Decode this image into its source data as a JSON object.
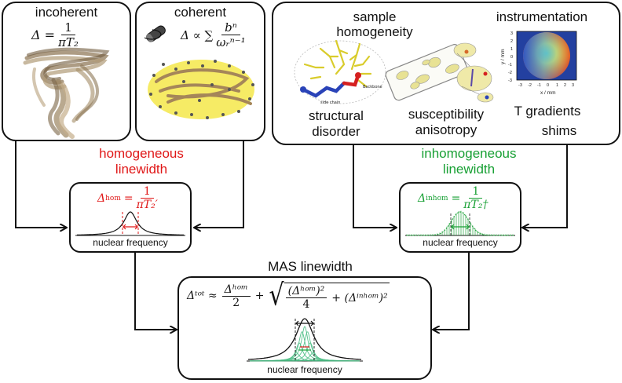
{
  "panels": {
    "incoherent": {
      "title": "incoherent",
      "formula_lhs": "Δ =",
      "formula_num": "1",
      "formula_den": "πT₂"
    },
    "coherent": {
      "title": "coherent",
      "formula_lhs": "Δ ∝ ∑",
      "formula_num": "bⁿ",
      "formula_den": "ωᵣⁿ⁻¹"
    },
    "sources": {
      "sample_title_1": "sample",
      "sample_title_2": "homogeneity",
      "instrumentation_title": "instrumentation",
      "structural_1": "structural",
      "structural_2": "disorder",
      "susceptibility_1": "susceptibility",
      "susceptibility_2": "anisotropy",
      "t_gradients": "T gradients",
      "shims": "shims",
      "map_ylabel": "y / mm",
      "map_xlabel": "x / mm",
      "map_ticks": [
        "-3",
        "-2",
        "-1",
        "0",
        "1",
        "2",
        "3"
      ],
      "side_chain": "side chain",
      "backbone": "Backbone"
    }
  },
  "homogeneous": {
    "label_1": "homogeneous",
    "label_2": "linewidth",
    "formula_lhs": "Δ",
    "formula_sup": "hom",
    "formula_num": "1",
    "formula_den": "πT₂′",
    "axis_label": "nuclear frequency",
    "color": "#e01818"
  },
  "inhomogeneous": {
    "label_1": "inhomogeneous",
    "label_2": "linewidth",
    "formula_lhs": "Δ",
    "formula_sup": "inhom",
    "formula_num": "1",
    "formula_den": "πT₂†",
    "axis_label": "nuclear frequency",
    "color": "#18a034"
  },
  "mas": {
    "title": "MAS linewidth",
    "tot_lhs": "Δᵗᵒᵗ ≈",
    "frac_num": "Δʰᵒᵐ",
    "frac_den": "2",
    "plus": "+",
    "sqrt_num": "(Δʰᵒᵐ)²",
    "sqrt_den": "4",
    "sqrt_tail": "+ (Δⁱⁿʰᵒᵐ)²",
    "axis_label": "nuclear frequency"
  }
}
